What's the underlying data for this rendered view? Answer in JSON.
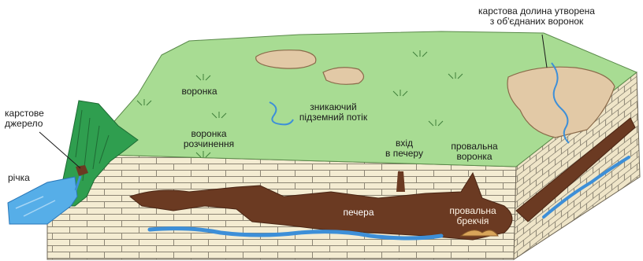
{
  "labels": {
    "karst_valley": [
      "карстова долина утворена",
      "з об'єднаних воронок"
    ],
    "karst_spring": [
      "карстове",
      "джерело"
    ],
    "river": "річка",
    "sinkhole": "воронка",
    "solution_sinkhole": [
      "воронка",
      "розчинення"
    ],
    "disappearing_stream": [
      "зникаючий",
      "підземний потік"
    ],
    "cave_entrance": [
      "вхід",
      "в печеру"
    ],
    "collapse_sinkhole": [
      "провальна",
      "воронка"
    ],
    "cave": "печера",
    "collapse_breccia": [
      "провальна",
      "брекчія"
    ]
  },
  "colors": {
    "grass": "#a8dc93",
    "limestone": "#f4ecd2",
    "brick_line": "#8c8574",
    "cave": "#6b3a22",
    "water": "#3d8fd8",
    "cliff": "#2f9e4f",
    "sinkhole_fill": "#e2c9a6"
  }
}
